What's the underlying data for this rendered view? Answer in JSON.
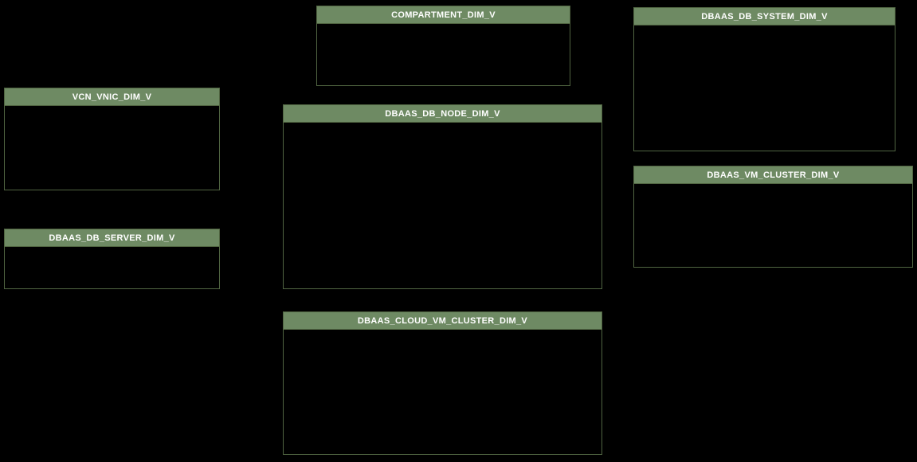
{
  "diagram": {
    "colors": {
      "canvas_bg": "#000000",
      "header_fill": "#6e8a63",
      "header_text": "#ffffff",
      "box_border": "#506441",
      "box_body": "#000000"
    },
    "tables": [
      {
        "name": "COMPARTMENT_DIM_V"
      },
      {
        "name": "VCN_VNIC_DIM_V"
      },
      {
        "name": "DBAAS_DB_SERVER_DIM_V"
      },
      {
        "name": "DBAAS_DB_NODE_DIM_V"
      },
      {
        "name": "DBAAS_CLOUD_VM_CLUSTER_DIM_V"
      },
      {
        "name": "DBAAS_DB_SYSTEM_DIM_V"
      },
      {
        "name": "DBAAS_VM_CLUSTER_DIM_V"
      }
    ]
  }
}
